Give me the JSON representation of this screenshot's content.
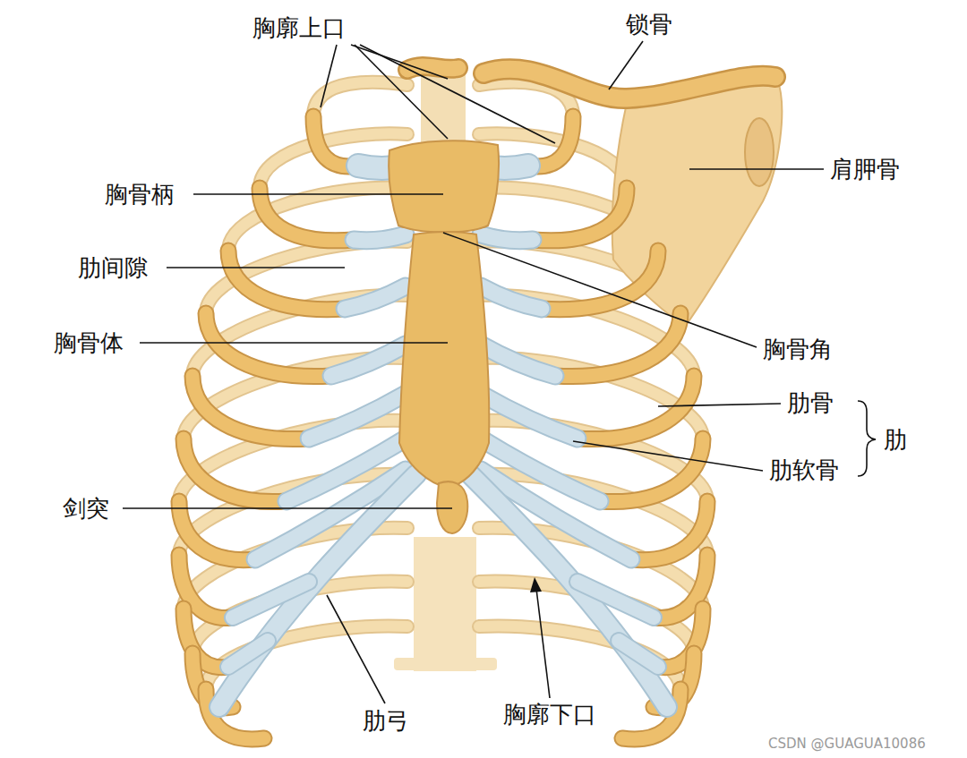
{
  "diagram": {
    "labels": [
      "胸廓上口",
      "锁骨",
      "肩胛骨",
      "胸骨柄",
      "肋间隙",
      "胸骨体",
      "胸骨角",
      "肋骨",
      "肋",
      "肋软骨",
      "剑突",
      "肋弓",
      "胸廓下口",
      "CSDN @GUAGUA10086"
    ]
  }
}
